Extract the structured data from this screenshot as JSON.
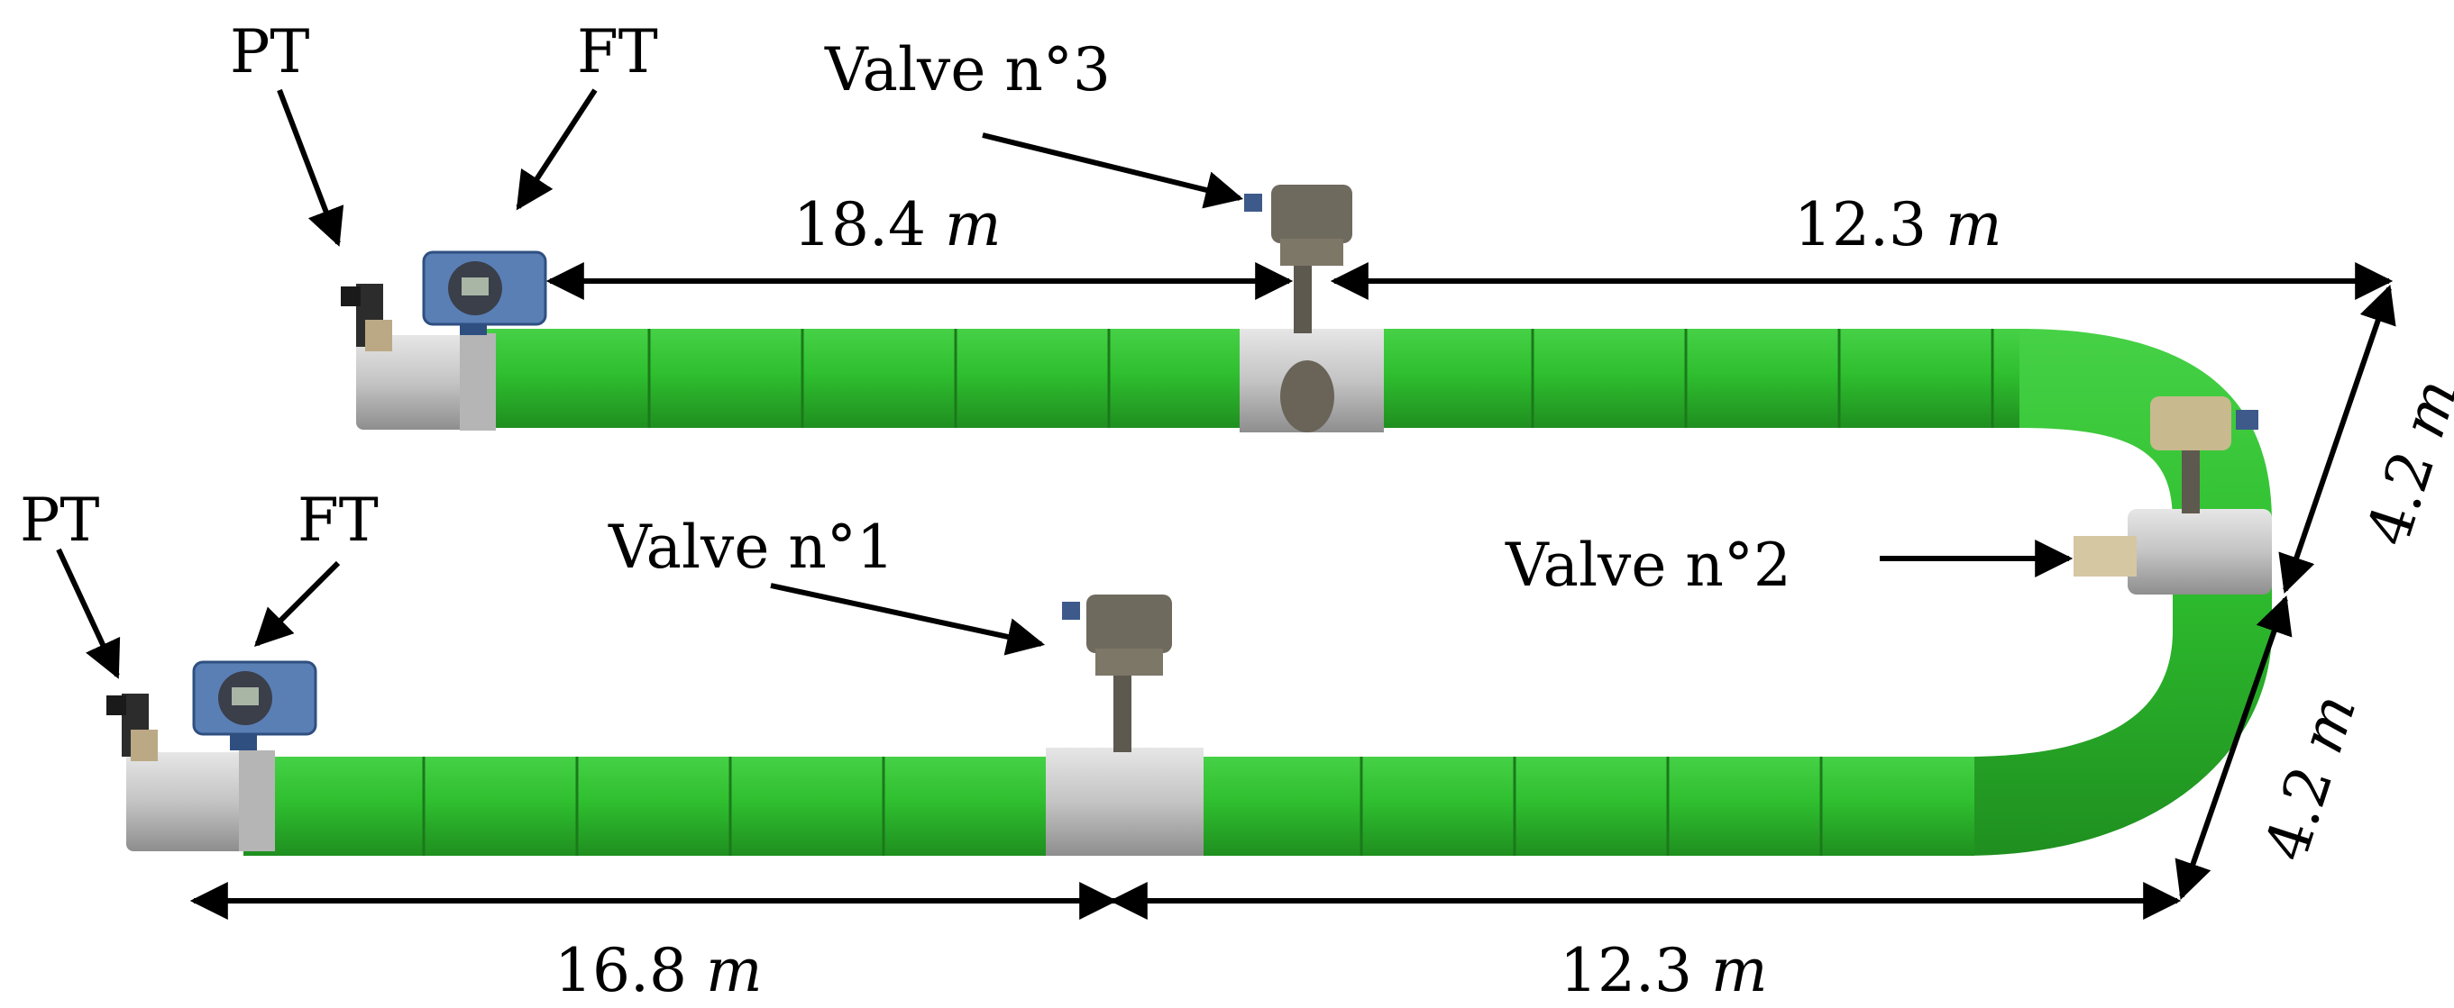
{
  "labels": {
    "pt_upper": "PT",
    "ft_upper": "FT",
    "pt_lower": "PT",
    "ft_lower": "FT",
    "valve_1": "Valve n°1",
    "valve_2": "Valve n°2",
    "valve_3": "Valve n°3"
  },
  "dimensions": {
    "upper_left": {
      "value": "18.4",
      "unit": "m"
    },
    "upper_right": {
      "value": "12.3",
      "unit": "m"
    },
    "lower_left": {
      "value": "16.8",
      "unit": "m"
    },
    "lower_right": {
      "value": "12.3",
      "unit": "m"
    },
    "bend_upper": {
      "value": "4.2",
      "unit": "m"
    },
    "bend_lower": {
      "value": "4.2",
      "unit": "m"
    }
  },
  "colors": {
    "pipe": "#2fbf2f",
    "pipe_dark": "#1d8f1d",
    "flange": "#c9c9c9",
    "valve_body": "#6f6a5e",
    "transmitter": "#4a6fa5"
  }
}
